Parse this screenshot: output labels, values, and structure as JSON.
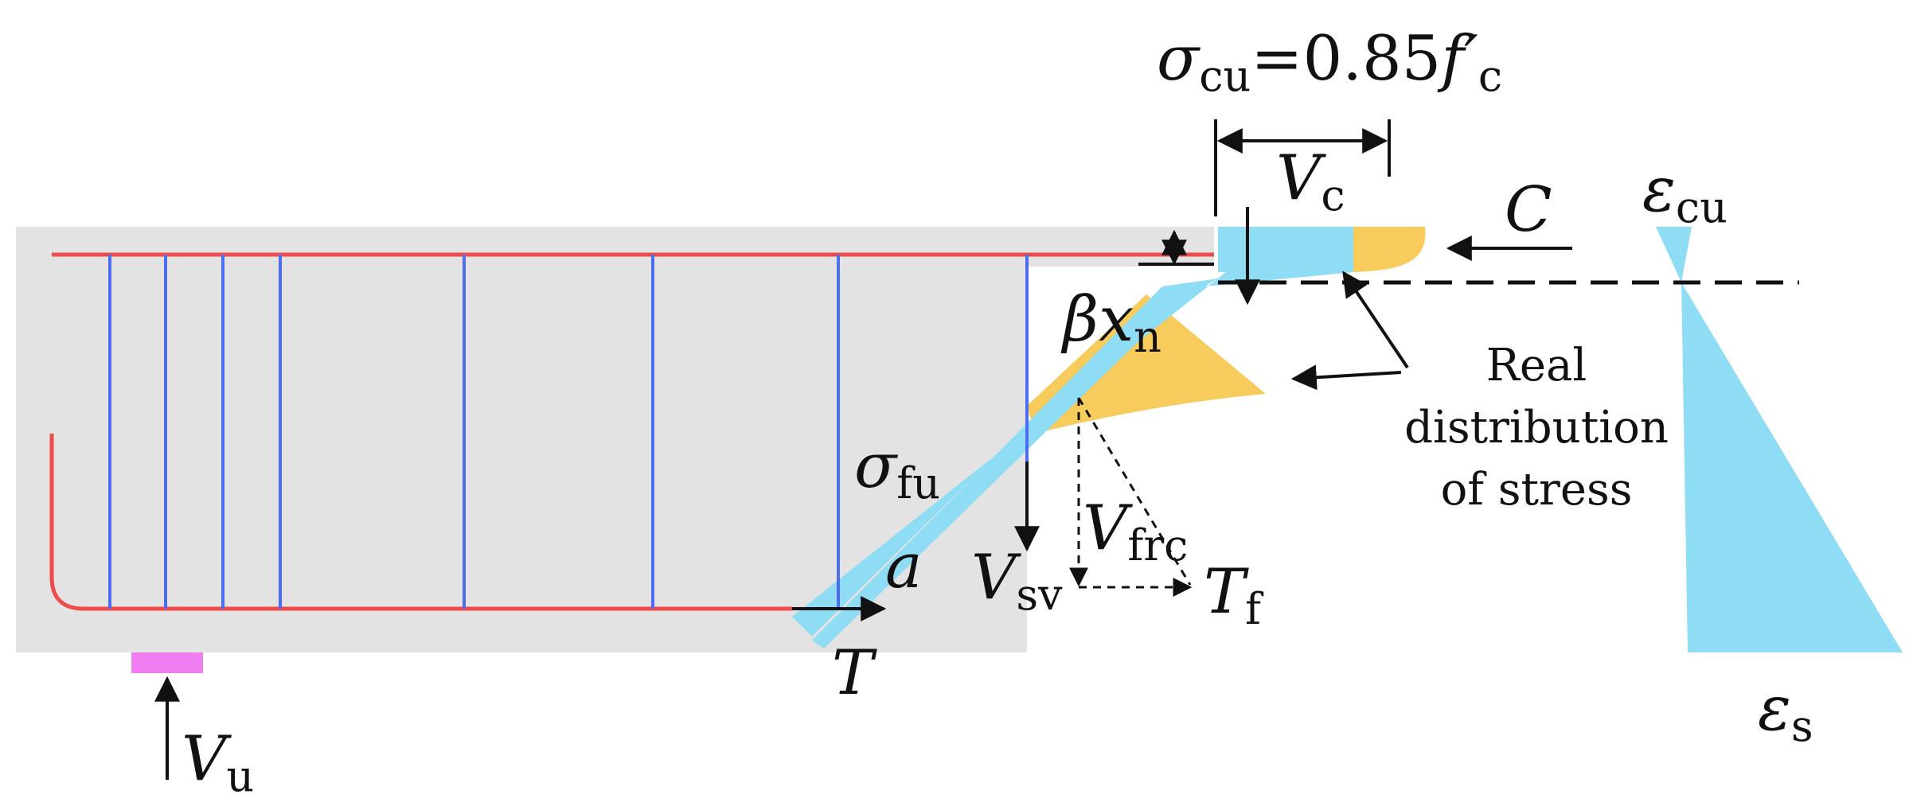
{
  "colors": {
    "beam": "#e3e3e3",
    "longitudinal_bar": "#ef4b4b",
    "stirrup": "#4e6cf0",
    "strut": "#8fdcf5",
    "real_stress": "#f7cb5c",
    "support_plate": "#f07ef0",
    "ink": "#111111"
  },
  "labels": {
    "sigma_cu": {
      "sym": "σ",
      "sub": "cu",
      "rest": "=0.85",
      "fsym": "f′",
      "fsub": "c"
    },
    "V_c": {
      "sym": "V",
      "sub": "c"
    },
    "C": "C",
    "eps_cu": {
      "sym": "ε",
      "sub": "cu"
    },
    "beta_xn": {
      "sym": "βx",
      "sub": "n"
    },
    "real_stress": [
      "Real",
      "distribution",
      "of stress"
    ],
    "sigma_fu": {
      "sym": "σ",
      "sub": "fu"
    },
    "a": "a",
    "V_sv": {
      "sym": "V",
      "sub": "sv"
    },
    "V_frc": {
      "sym": "V",
      "sub": "frc"
    },
    "T_f": {
      "sym": "T",
      "sub": "f"
    },
    "T": "T",
    "eps_s": {
      "sym": "ε",
      "sub": "s"
    },
    "V_u": {
      "sym": "V",
      "sub": "u"
    }
  }
}
